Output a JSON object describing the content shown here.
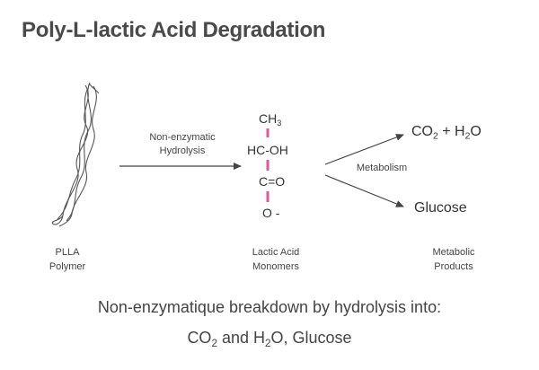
{
  "title": "Poly-L-lactic Acid Degradation",
  "arrow_hydrolysis": {
    "line1": "Non-enzymatic",
    "line2": "Hydrolysis"
  },
  "arrow_metabolism": "Metabolism",
  "monomer_structure": {
    "top": "CH",
    "top_sub": "3",
    "row2": "HC-OH",
    "row3": "C=O",
    "row4": "O -"
  },
  "products": {
    "co2_prefix": "CO",
    "co2_sub": "2",
    "co2_mid": " + H",
    "h2o_sub": "2",
    "h2o_suffix": "O",
    "glucose": "Glucose"
  },
  "stage_labels": {
    "polymer_line1": "PLLA",
    "polymer_line2": "Polymer",
    "monomer_line1": "Lactic Acid",
    "monomer_line2": "Monomers",
    "metabolic_line1": "Metabolic",
    "metabolic_line2": "Products"
  },
  "caption": {
    "line1": "Non-enzymatique breakdown by hydrolysis into:",
    "line2_a": "CO",
    "line2_sub1": "2",
    "line2_b": " and H",
    "line2_sub2": "2",
    "line2_c": "O, Glucose"
  },
  "colors": {
    "bond_accent": "#e0589a",
    "arrow": "#444444",
    "polymer_strand": "#555555"
  },
  "icons": {
    "polymer": "polymer-strand-icon"
  }
}
